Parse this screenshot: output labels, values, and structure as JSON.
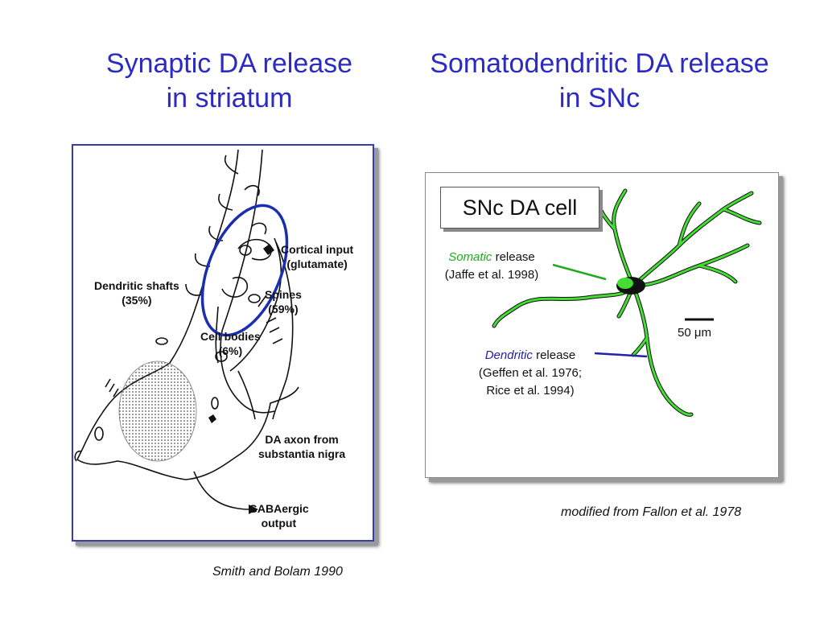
{
  "titles": {
    "left_line1": "Synaptic DA release",
    "left_line2": "in striatum",
    "right_line1": "Somatodendritic DA release",
    "right_line2": "in SNc"
  },
  "left_figure": {
    "cortical_input_line1": "Cortical input",
    "cortical_input_line2": "(glutamate)",
    "dendritic_shafts_line1": "Dendritic shafts",
    "dendritic_shafts_line2": "(35%)",
    "spines_line1": "Spines",
    "spines_line2": "(59%)",
    "cell_bodies_line1": "Cell bodies",
    "cell_bodies_line2": "(6%)",
    "da_axon_line1": "DA axon from",
    "da_axon_line2": "substantia nigra",
    "gaba_line1": "GABAergic",
    "gaba_line2": "output",
    "highlight_color": "#1a2fb0"
  },
  "right_figure": {
    "box_label": "SNc DA cell",
    "somatic_word": "Somatic",
    "somatic_rest": " release",
    "somatic_ref": "(Jaffe et al. 1998)",
    "dendritic_word": "Dendritic",
    "dendritic_rest": " release",
    "dendritic_ref1": "(Geffen et al. 1976;",
    "dendritic_ref2": "Rice et al. 1994)",
    "scale_label": "50 μm",
    "somatic_color": "#22aa22",
    "dendritic_color": "#2222aa",
    "neuron_fill": "#44dd33"
  },
  "citations": {
    "left": "Smith and Bolam 1990",
    "right": "modified from Fallon et al. 1978"
  }
}
